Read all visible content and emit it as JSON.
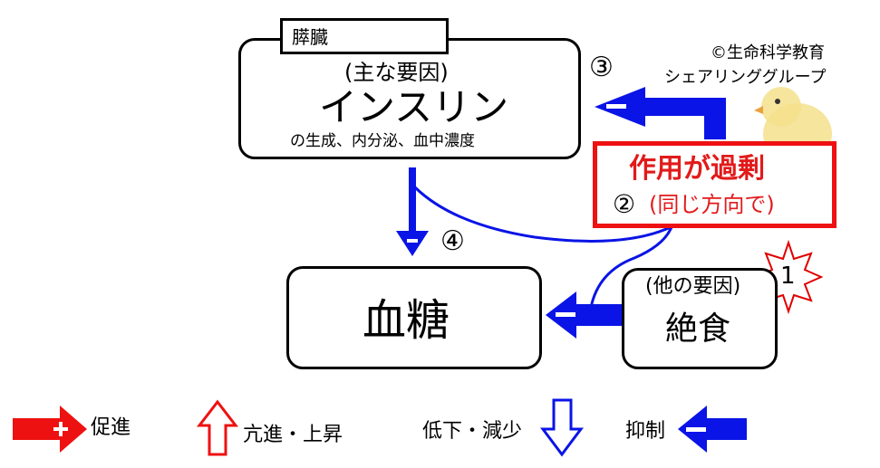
{
  "pancreas": {
    "tab_label": "膵臓",
    "main_factor": "(主な要因)",
    "insulin": "インスリン",
    "insulin_detail": "の生成、内分泌、血中濃度"
  },
  "credit": {
    "line1": "©生命科学教育",
    "line2": "シェアリンググループ"
  },
  "excess": {
    "title": "作用が過剰",
    "number": "②",
    "subtitle": "(同じ方向で)"
  },
  "blood_sugar": "血糖",
  "other_factor": {
    "label": "(他の要因)",
    "fasting": "絶食"
  },
  "markers": {
    "three": "③",
    "four": "④",
    "one": "1",
    "minus": "−",
    "plus": "+"
  },
  "legend": {
    "promote": "促進",
    "increase": "亢進・上昇",
    "decrease": "低下・減少",
    "inhibit": "抑制"
  },
  "colors": {
    "blue": "#0a14e6",
    "red": "#ee1111",
    "excess_text": "#e21a1a"
  }
}
